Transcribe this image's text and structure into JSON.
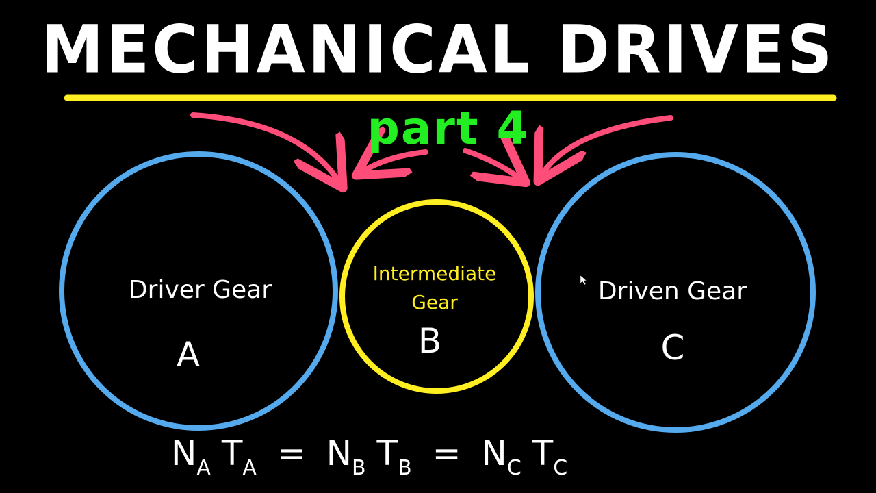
{
  "title": "MECHANICAL DRIVES",
  "subtitle": "part 4",
  "colors": {
    "background": "#000000",
    "title_text": "#ffffff",
    "underline": "#ffee22",
    "subtitle_text": "#22ee22",
    "arrows": "#ff4d7a",
    "outer_gears": "#55aaee",
    "intermediate_gear": "#ffee22",
    "labels": "#ffffff",
    "intermediate_label": "#ffee22"
  },
  "gears": {
    "driver": {
      "name": "Driver Gear",
      "letter": "A"
    },
    "intermediate": {
      "name_line1": "Intermediate",
      "name_line2": "Gear",
      "letter": "B"
    },
    "driven": {
      "name": "Driven Gear",
      "letter": "C"
    }
  },
  "equation": {
    "terms": [
      {
        "n": "N",
        "n_sub": "A",
        "t": "T",
        "t_sub": "A"
      },
      {
        "n": "N",
        "n_sub": "B",
        "t": "T",
        "t_sub": "B"
      },
      {
        "n": "N",
        "n_sub": "C",
        "t": "T",
        "t_sub": "C"
      }
    ],
    "operator": "="
  }
}
